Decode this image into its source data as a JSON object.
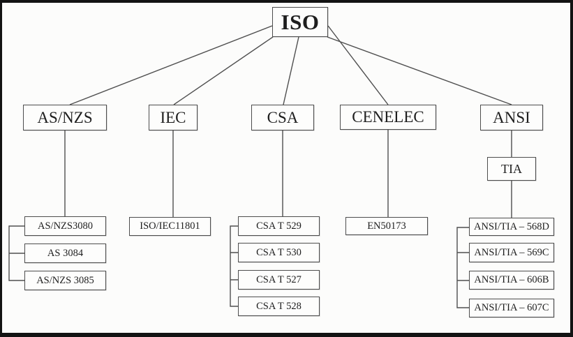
{
  "diagram": {
    "root": {
      "label": "ISO"
    },
    "level2": [
      {
        "label": "AS/NZS"
      },
      {
        "label": "IEC"
      },
      {
        "label": "CSA"
      },
      {
        "label": "CENELEC"
      },
      {
        "label": "ANSI"
      }
    ],
    "tia": {
      "label": "TIA"
    },
    "leaves": {
      "asnzs": [
        "AS/NZS3080",
        "AS 3084",
        "AS/NZS 3085"
      ],
      "iec": [
        "ISO/IEC11801"
      ],
      "csa": [
        "CSA T 529",
        "CSA T 530",
        "CSA T 527",
        "CSA T 528"
      ],
      "cenelec": [
        "EN50173"
      ],
      "ansi": [
        "ANSI/TIA – 568D",
        "ANSI/TIA – 569C",
        "ANSI/TIA – 606B",
        "ANSI/TIA – 607C"
      ]
    },
    "colors": {
      "line": "#4f4f4f",
      "box_border": "#4d4d4d",
      "text": "#1e1e1e",
      "background": "#fcfcfb",
      "frame": "#131313"
    }
  }
}
